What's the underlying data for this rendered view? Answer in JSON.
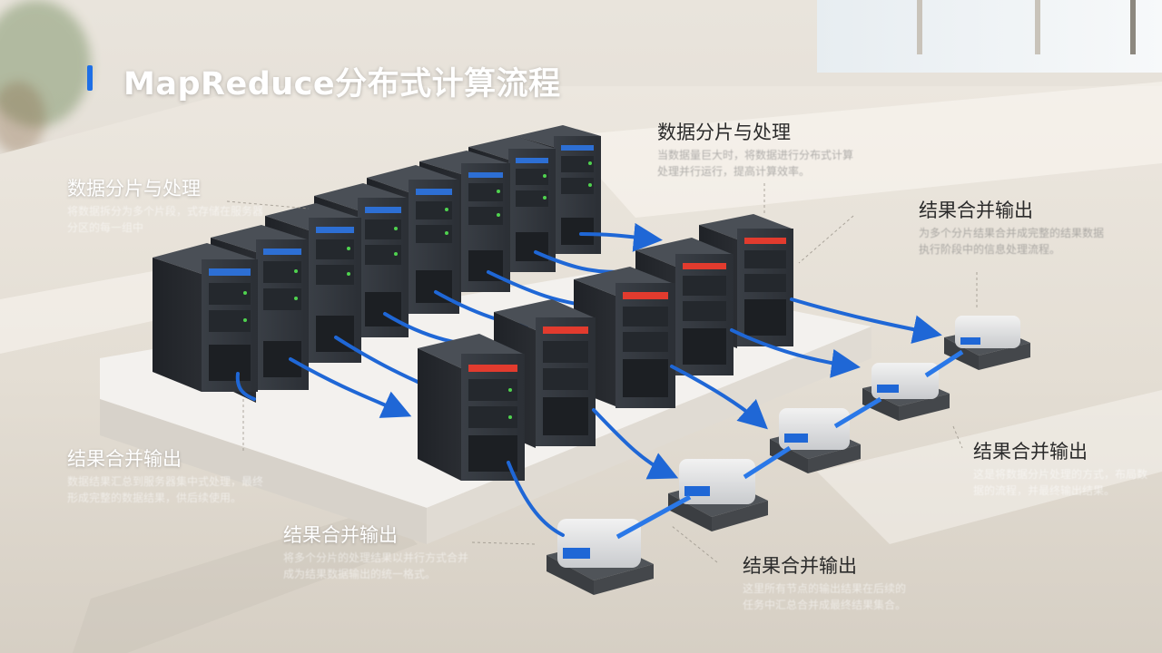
{
  "slide": {
    "title": "MapReduce分布式计算流程",
    "accent_color": "#1e6fe6"
  },
  "callouts": [
    {
      "label": "数据分片与处理",
      "desc_line1": "当数据量巨大时，将数据进行分布式计算",
      "desc_line2": "处理并行运行，提高计算效率。"
    },
    {
      "label": "数据分片与处理",
      "desc_line1": "将数据拆分为多个片段，式存储在服务器",
      "desc_line2": "分区的每一组中"
    },
    {
      "label": "结果合并输出",
      "desc_line1": "为多个分片结果合并成完整的结果数据",
      "desc_line2": "执行阶段中的信息处理流程。"
    },
    {
      "label": "结果合并输出",
      "desc_line1": "数据结果汇总到服务器集中式处理，最终",
      "desc_line2": "形成完整的数据结果，供后续使用。"
    },
    {
      "label": "结果合并输出",
      "desc_line1": "这是将数据分片处理的方式，布局数",
      "desc_line2": "据的流程，并最终输出结果。"
    },
    {
      "label": "结果合并输出",
      "desc_line1": "将多个分片的处理结果以并行方式合并",
      "desc_line2": "成为结果数据输出的统一格式。"
    },
    {
      "label": "结果合并输出",
      "desc_line1": "这里所有节点的输出结果在后续的",
      "desc_line2": "任务中汇总合并成最终结果集合。"
    }
  ],
  "icons": [
    "server-rack-icon",
    "network-hub-icon",
    "data-flow-arrow-icon"
  ]
}
